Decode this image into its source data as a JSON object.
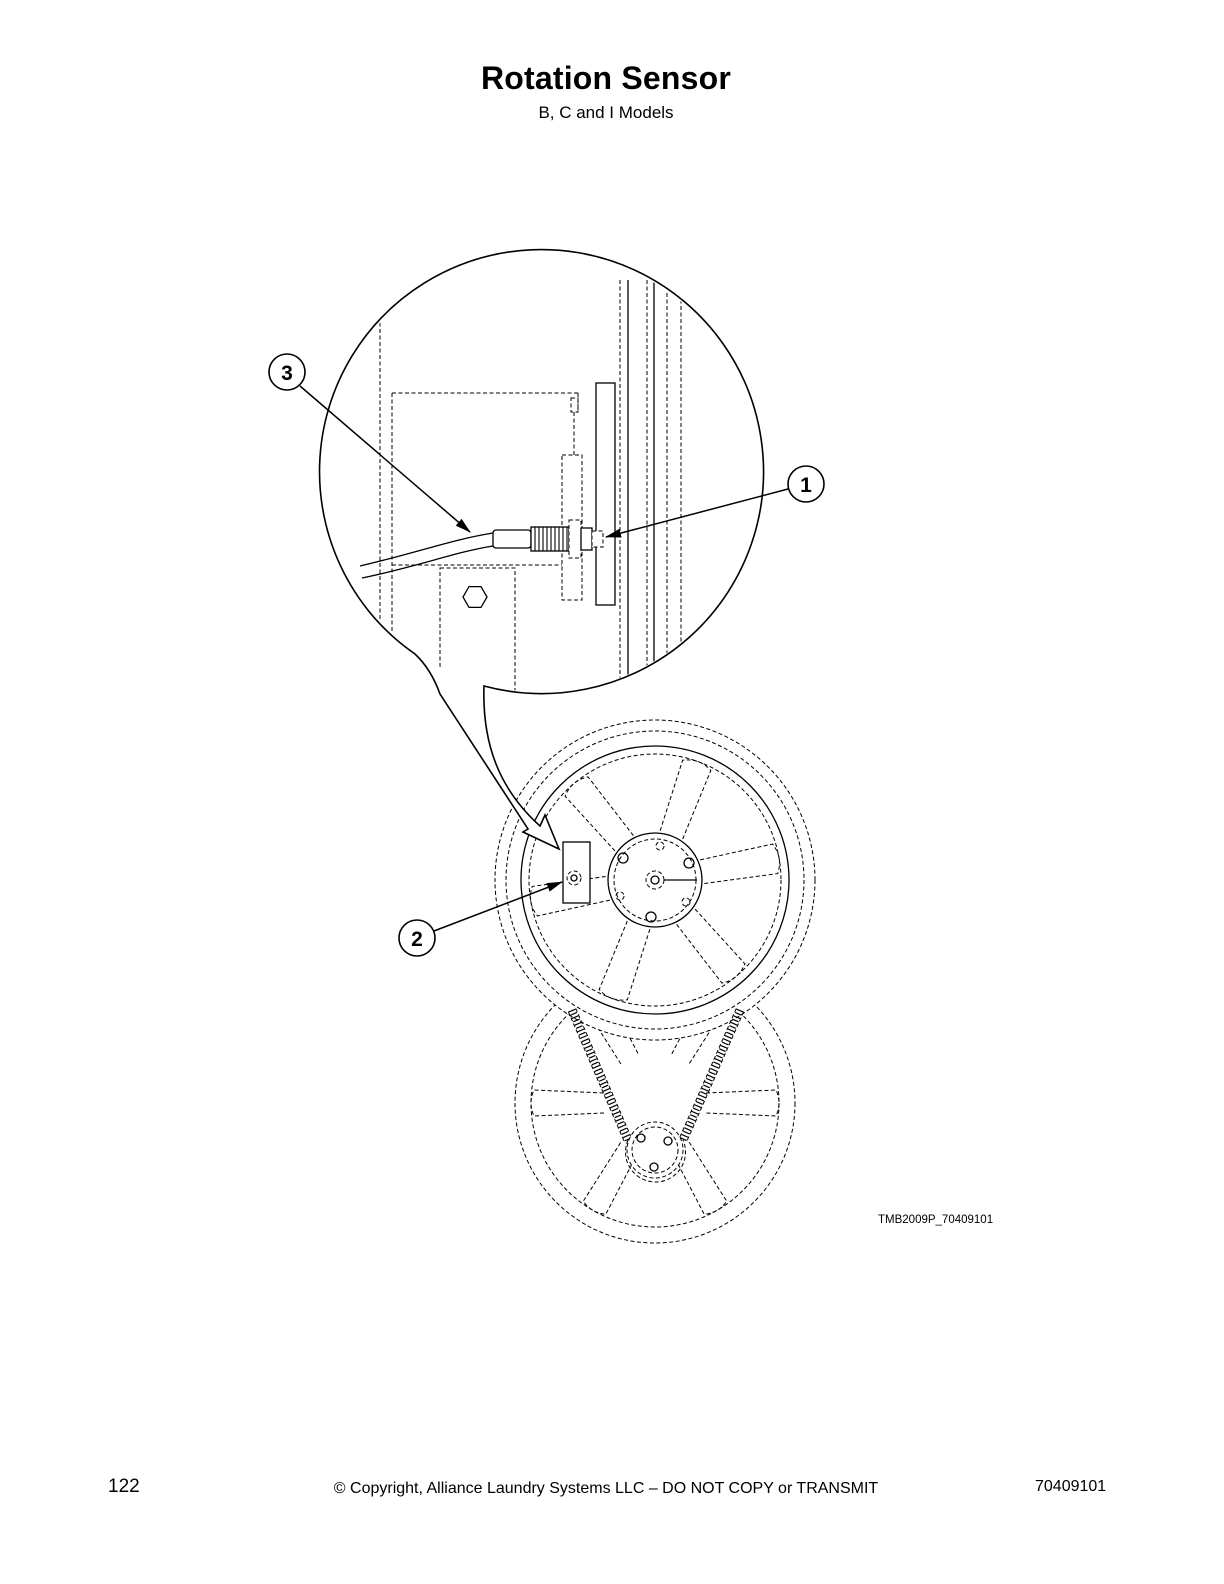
{
  "header": {
    "title": "Rotation Sensor",
    "subtitle": "B, C and I Models"
  },
  "figure": {
    "callouts": [
      "1",
      "2",
      "3"
    ],
    "drawing_id": "TMB2009P_70409101"
  },
  "footer": {
    "page_number": "122",
    "copyright": "© Copyright, Alliance Laundry Systems LLC – DO NOT COPY or TRANSMIT",
    "doc_number": "70409101"
  }
}
